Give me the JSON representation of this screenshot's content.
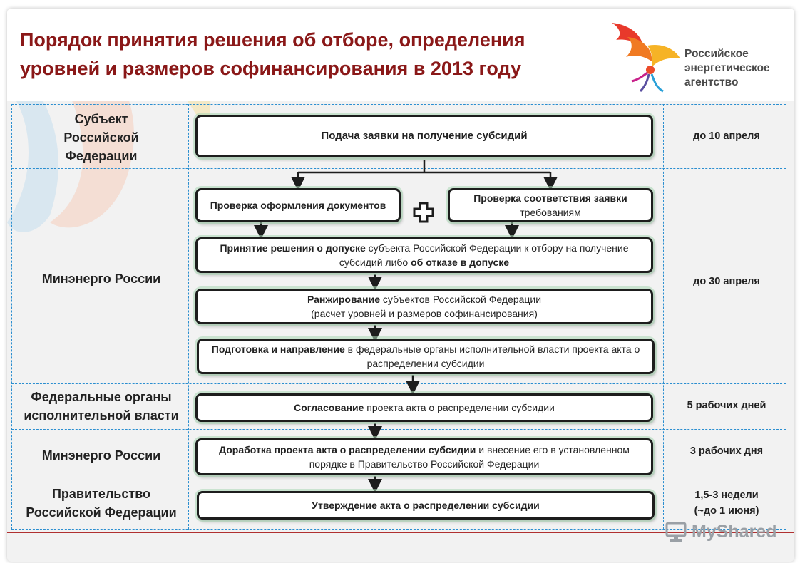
{
  "title": {
    "line1": "Порядок принятия решения об отборе, определения",
    "line2": "уровней и размеров софинансирования в 2013 году"
  },
  "logo": {
    "line1": "Российское",
    "line2": "энергетическое",
    "line3": "агентство"
  },
  "actors": {
    "subject": [
      "Субъект",
      "Российской",
      "Федерации"
    ],
    "minenergo1": "Минэнерго России",
    "federal": [
      "Федеральные органы",
      "исполнительной власти"
    ],
    "minenergo2": "Минэнерго России",
    "government": [
      "Правительство",
      "Российской Федерации"
    ]
  },
  "deadlines": {
    "d1": "до 10 апреля",
    "d2": "до 30 апреля",
    "d3": "5 рабочих дней",
    "d4": "3 рабочих дня",
    "d5_line1": "1,5-3 недели",
    "d5_line2": "(~до 1 июня)"
  },
  "steps": {
    "apply": "Подача заявки на получение субсидий",
    "check_docs": "Проверка оформления документов",
    "check_req_bold": "Проверка соответствия заявки",
    "check_req_rest": "требованиям",
    "admission_bold1": "Принятие решения о допуске",
    "admission_rest1": " субъекта Российской Федерации к отбору на получение субсидий либо ",
    "admission_bold2": "об отказе в допуске",
    "ranking_bold": "Ранжирование",
    "ranking_rest": " субъектов Российской Федерации",
    "ranking_line2": "(расчет уровней и размеров софинансирования)",
    "prepare_bold": "Подготовка и направление",
    "prepare_rest": " в федеральные органы исполнительной власти проекта акта о распределении субсидии",
    "agree_bold": "Согласование",
    "agree_rest": " проекта акта о распределении субсидии",
    "refine_bold": "Доработка проекта акта о распределении субсидии",
    "refine_rest": " и внесение его в установленном порядке в Правительство Российской Федерации",
    "approve": "Утверждение акта о распределении субсидии"
  },
  "watermark": "MyShared"
}
